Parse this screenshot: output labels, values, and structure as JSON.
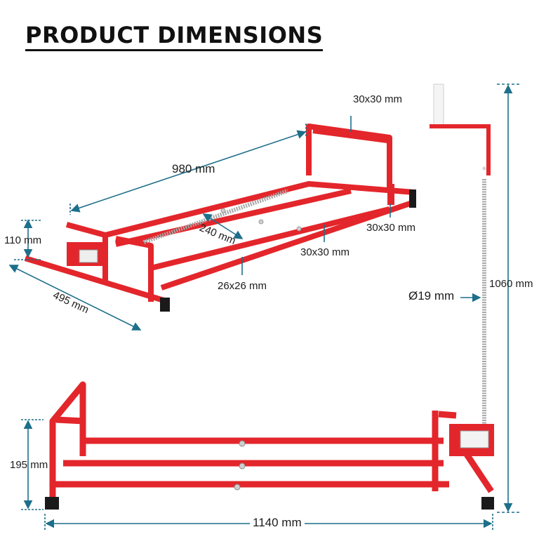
{
  "title": "PRODUCT DIMENSIONS",
  "colors": {
    "frame": "#e3262b",
    "frame_dark": "#b51a1f",
    "dimension_line": "#1d6f8a",
    "feet": "#1a1a1a"
  },
  "dimensions": {
    "top_tube": "30x30 mm",
    "length": "980 mm",
    "side_tube": "30x30 mm",
    "inner_width": "240 mm",
    "height_top": "110 mm",
    "middle_tube": "30x30 mm",
    "rail_tube": "26x26 mm",
    "depth": "495 mm",
    "rod_diameter": "Ø19 mm",
    "total_height": "1060 mm",
    "front_height": "195 mm",
    "total_length": "1140 mm"
  }
}
